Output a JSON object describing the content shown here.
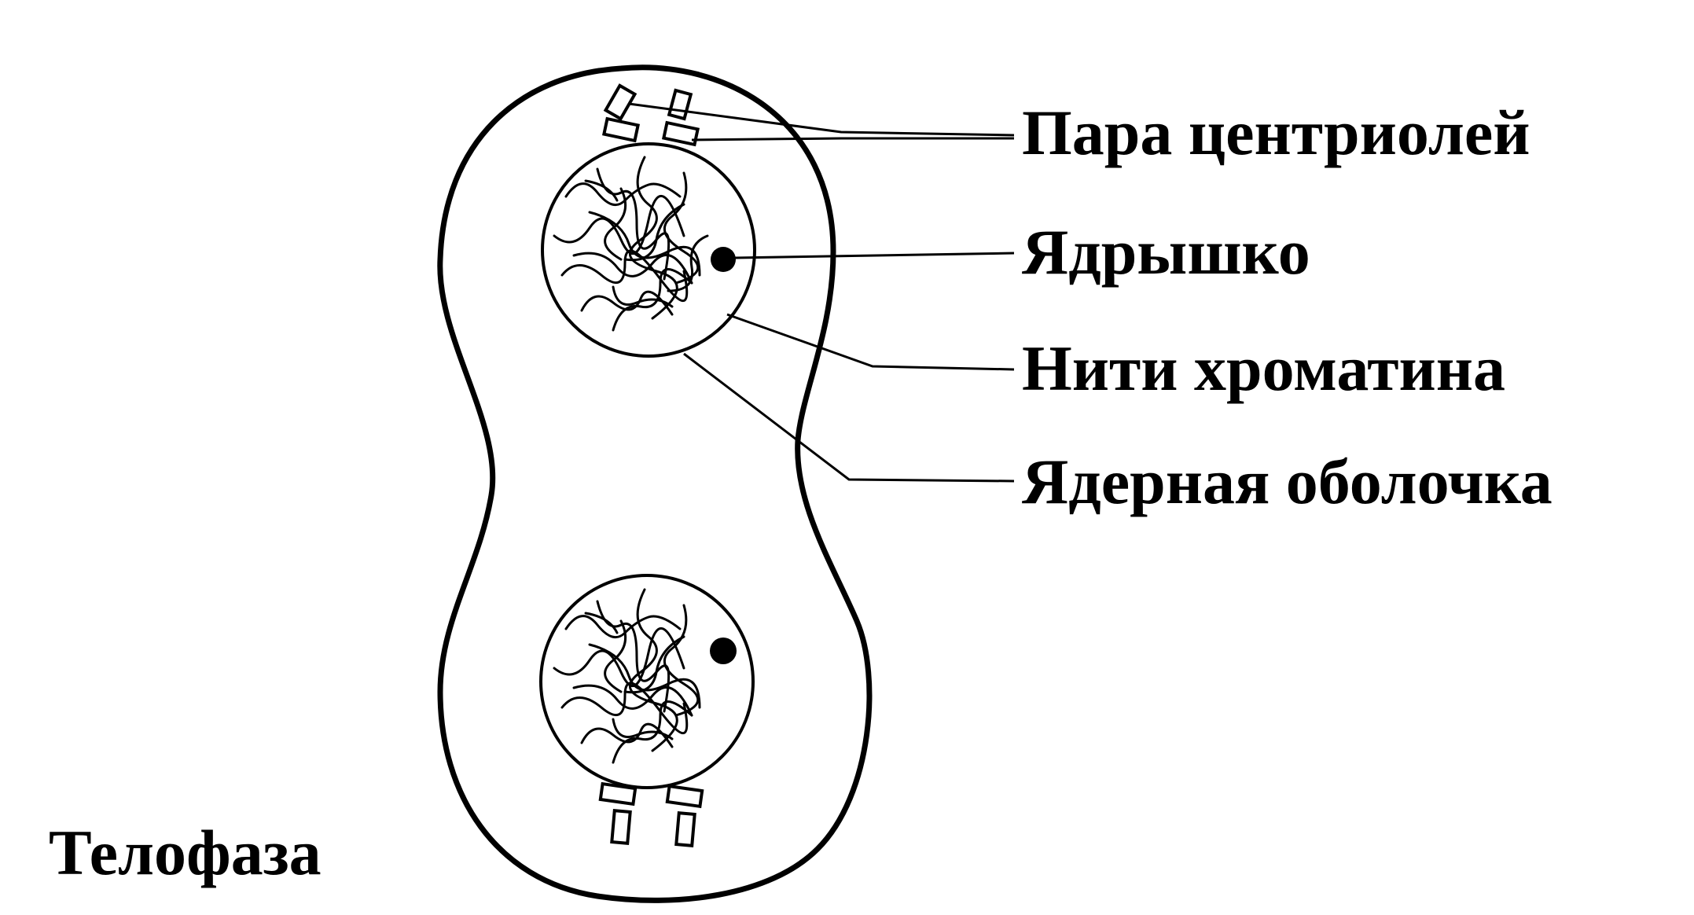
{
  "diagram": {
    "phase_label": "Телофаза",
    "labels": [
      {
        "id": "centrioles",
        "text": "Пара центриолей"
      },
      {
        "id": "nucleolus",
        "text": "Ядрышко"
      },
      {
        "id": "chromatin",
        "text": "Нити хроматина"
      },
      {
        "id": "envelope",
        "text": "Ядерная оболочка"
      }
    ]
  }
}
